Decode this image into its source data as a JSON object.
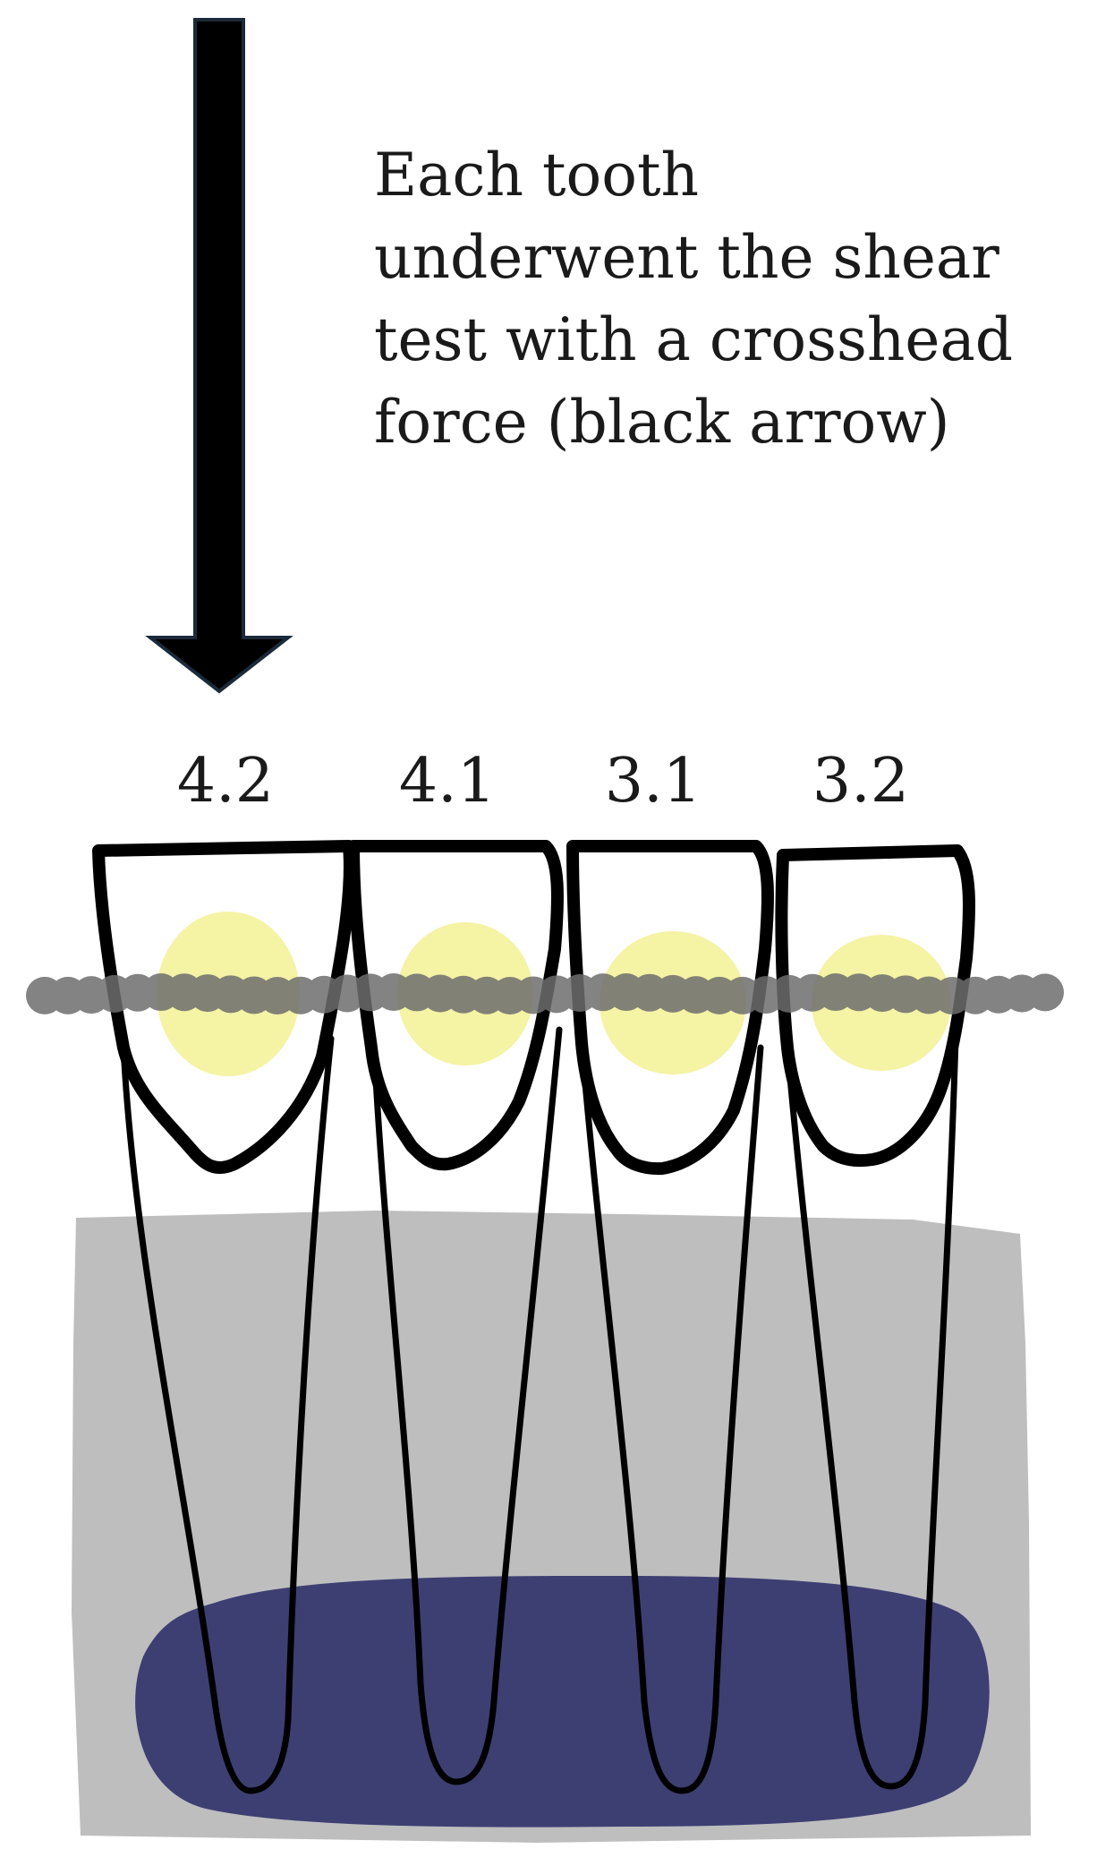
{
  "caption": {
    "lines": [
      "Each tooth",
      "underwent the shear",
      "test with a crosshead",
      "force (black arrow)"
    ]
  },
  "teeth": [
    {
      "label": "4.2"
    },
    {
      "label": "4.1"
    },
    {
      "label": "3.1"
    },
    {
      "label": "3.2"
    }
  ],
  "colors": {
    "arrow": "#000000",
    "arrow_outline": "#1b2a3a",
    "tooth_outline": "#000000",
    "bracket_spot": "#f4f29a",
    "archwire": "#6e6e6e",
    "mounting_block": "#b9b9b9",
    "resin_base": "#3d3f73"
  }
}
